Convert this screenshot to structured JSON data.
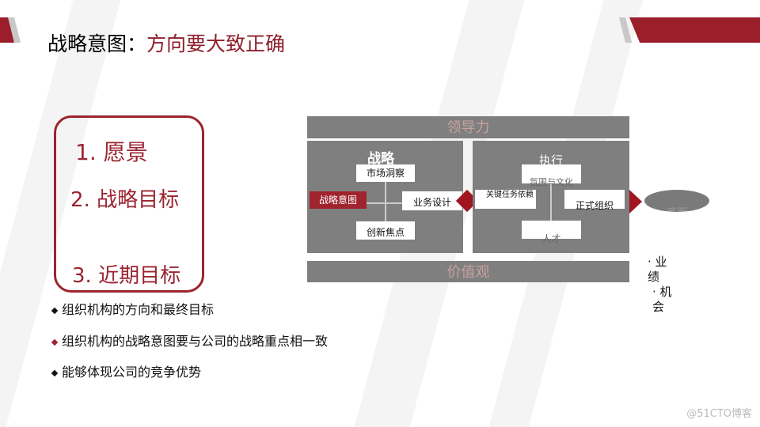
{
  "colors": {
    "accent": "#9b2430",
    "panel": "#7f7f7f"
  },
  "title": {
    "main": "战略意图：",
    "sub": "方向要大致正确"
  },
  "vision_box": {
    "items": [
      "1. 愿景",
      "2. 战略目标",
      "3. 近期目标"
    ]
  },
  "diagram": {
    "top_bar": "领导力",
    "bottom_bar": "价值观",
    "strategy": {
      "heading": "战略",
      "boxes": [
        "市场洞察",
        "战略意图",
        "业务设计",
        "创新焦点"
      ]
    },
    "execution": {
      "heading": "执行",
      "boxes": [
        "氛围与文化",
        "关键任务依赖",
        "正式组织",
        "人才"
      ]
    },
    "gap": "差距",
    "outcomes": [
      "业绩",
      "机会"
    ]
  },
  "bullets": [
    "组织机构的方向和最终目标",
    "组织机构的战略意图要与公司的战略重点相一致",
    "能够体现公司的竞争优势"
  ],
  "watermark": "@51CTO博客"
}
